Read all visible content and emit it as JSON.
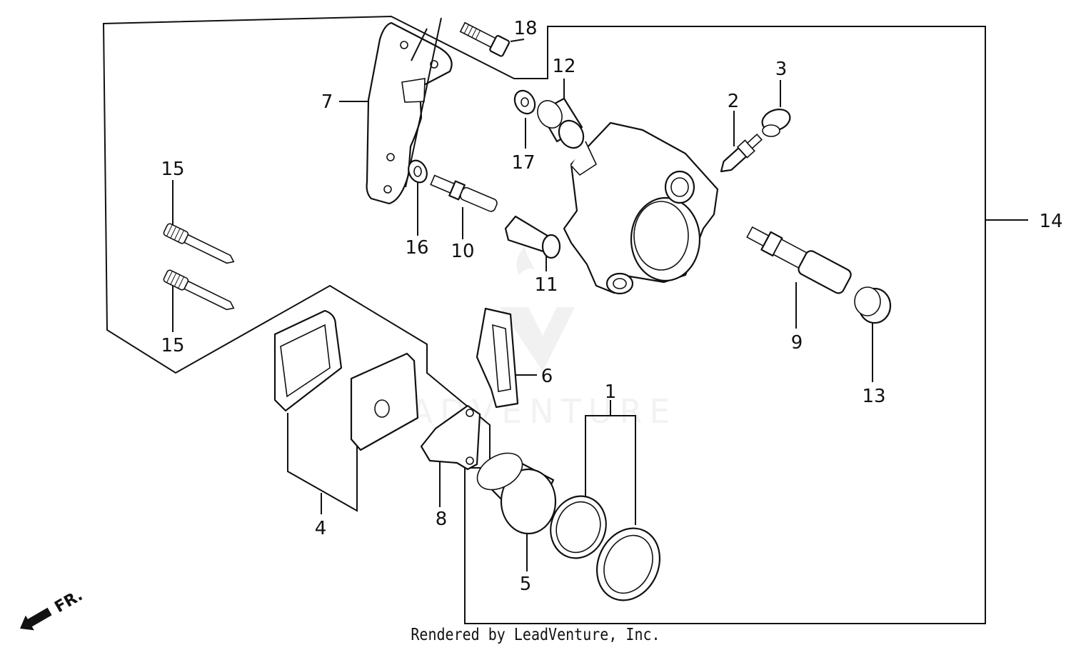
{
  "diagram": {
    "callouts": [
      "1",
      "2",
      "3",
      "4",
      "5",
      "6",
      "7",
      "8",
      "9",
      "10",
      "11",
      "12",
      "13",
      "14",
      "15",
      "15",
      "16",
      "17",
      "18"
    ],
    "direction_label": "FR.",
    "watermark": "LEADVENTURE"
  },
  "footer": {
    "text": "Rendered by LeadVenture, Inc."
  }
}
